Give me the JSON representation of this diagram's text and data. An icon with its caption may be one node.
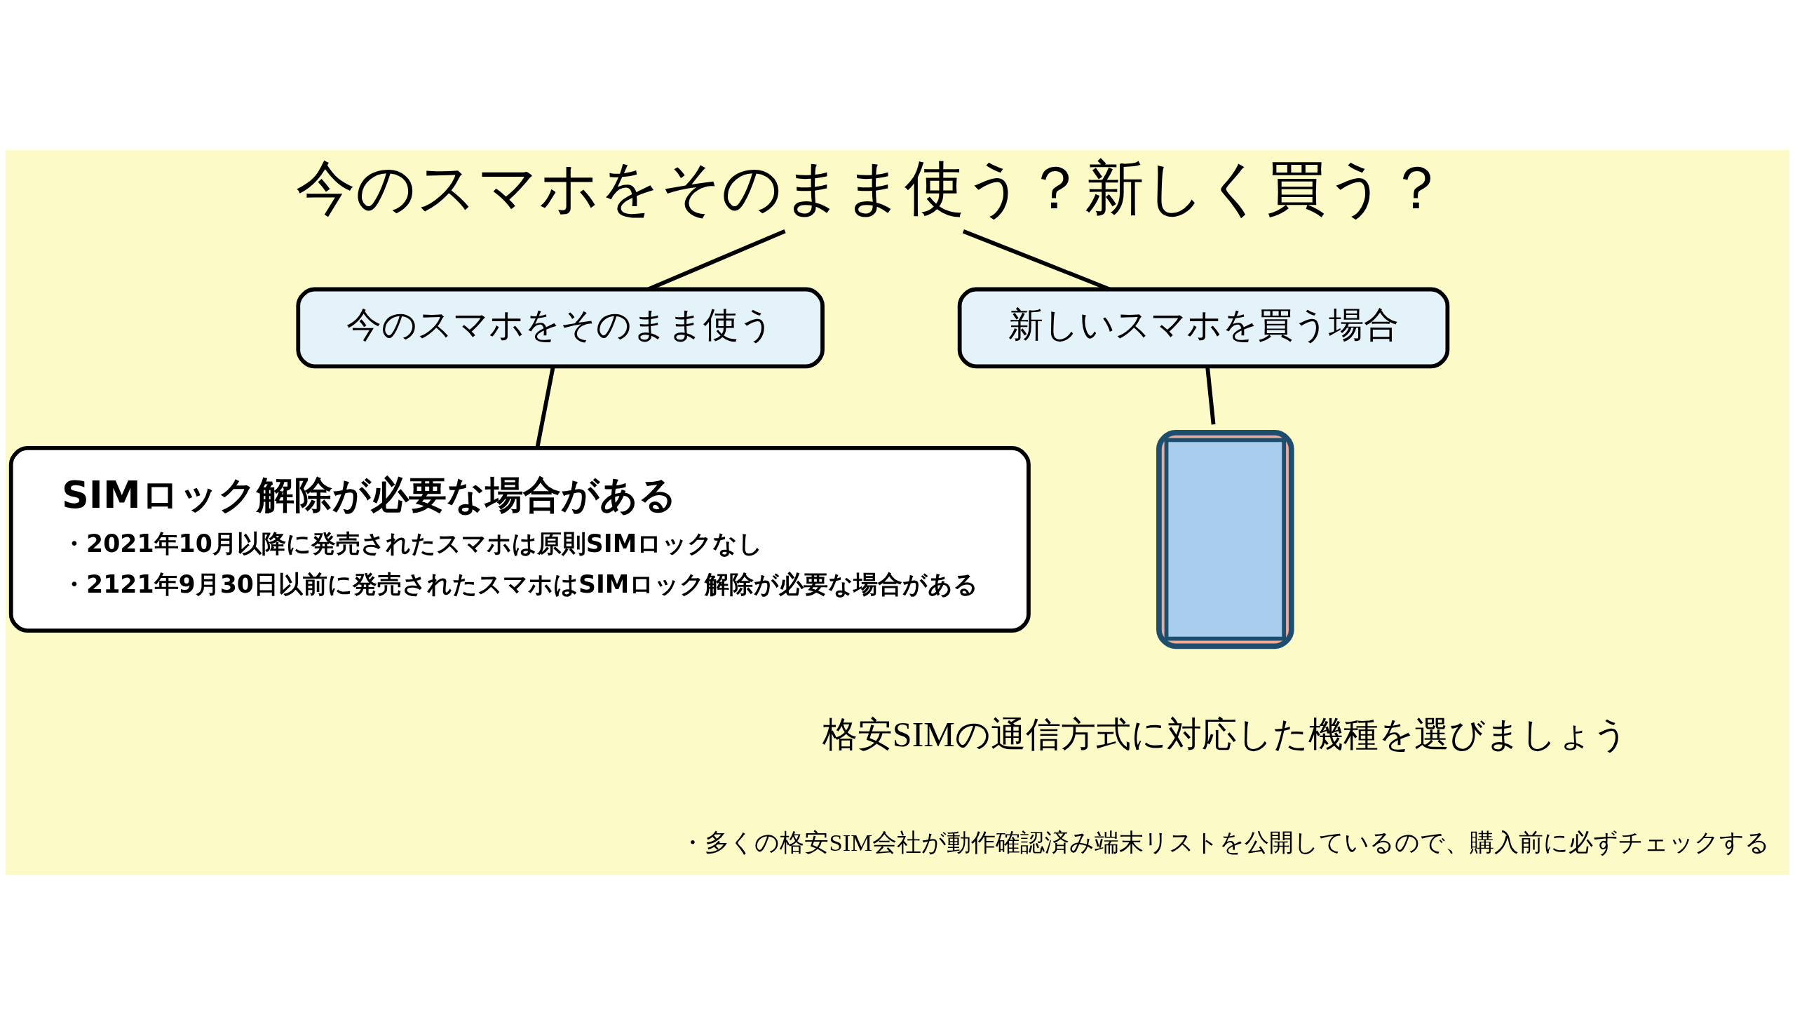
{
  "diagram": {
    "nodes": [
      {
        "text": [
          "今のスマホをそのまま使う？新しく買う？"
        ]
      },
      {
        "text": [
          "今のスマホをそのまま使う"
        ]
      },
      {
        "text": [
          "新しいスマホを買う場合"
        ]
      },
      {
        "text": [
          "SIMロック解除が必要な場合がある",
          "・2021年10月以降に発売されたスマホは原則SIMロックなし",
          "・2121年9月30日以前に発売されたスマホはSIMロック解除が必要な場合がある"
        ]
      },
      {
        "text": [],
        "shape": "picture",
        "beside": [
          "格安SIMの通信方式に対応した機種を選びましょう",
          "・多くの格安SIM会社が動作確認済み端末リストを公開しているので、購入前に必ずチェックする"
        ]
      }
    ],
    "edges": [
      {
        "from": 0,
        "to": 1,
        "arrow": "none"
      },
      {
        "from": 0,
        "to": 2,
        "arrow": "none"
      },
      {
        "from": 1,
        "to": 3,
        "arrow": "none"
      },
      {
        "from": 2,
        "to": 4,
        "arrow": "none"
      }
    ]
  }
}
